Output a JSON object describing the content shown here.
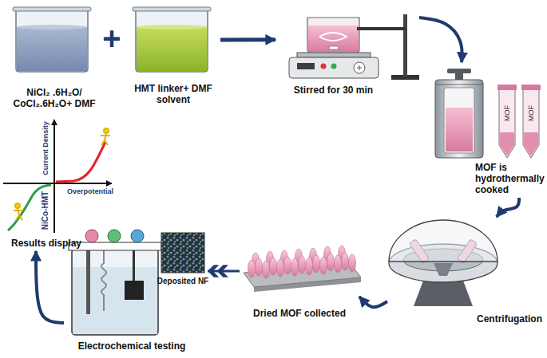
{
  "diagram": {
    "nodes": [
      {
        "text": [
          "NiCl₂ .6H₂O/ CoCl₂.6H₂O+ DMF"
        ]
      },
      {
        "text": [
          "HMT linker+ DMF solvent"
        ]
      },
      {
        "text": [
          "Stirred for 30 min"
        ]
      },
      {
        "text": [
          "MOF is hydrothermally cooked"
        ]
      },
      {
        "text": [
          "Centrifugation"
        ]
      },
      {
        "text": [
          "Dried MOF collected"
        ]
      },
      {
        "text": [
          "Electrochemical testing"
        ]
      },
      {
        "text": [
          "Results display"
        ]
      }
    ],
    "edges": [
      {
        "from": 1,
        "to": 2,
        "arrow": "to"
      },
      {
        "from": 2,
        "to": 3,
        "arrow": "to"
      },
      {
        "from": 3,
        "to": 4,
        "arrow": "to"
      },
      {
        "from": 4,
        "to": 5,
        "arrow": "to"
      },
      {
        "from": 5,
        "to": 6,
        "arrow": "to"
      },
      {
        "from": 6,
        "to": 7,
        "arrow": "to"
      }
    ],
    "labels": [
      "+",
      "MOF",
      "MOF",
      "Deposited NF",
      "Current Density",
      "Overpotential",
      "NiCo-HMT"
    ]
  }
}
